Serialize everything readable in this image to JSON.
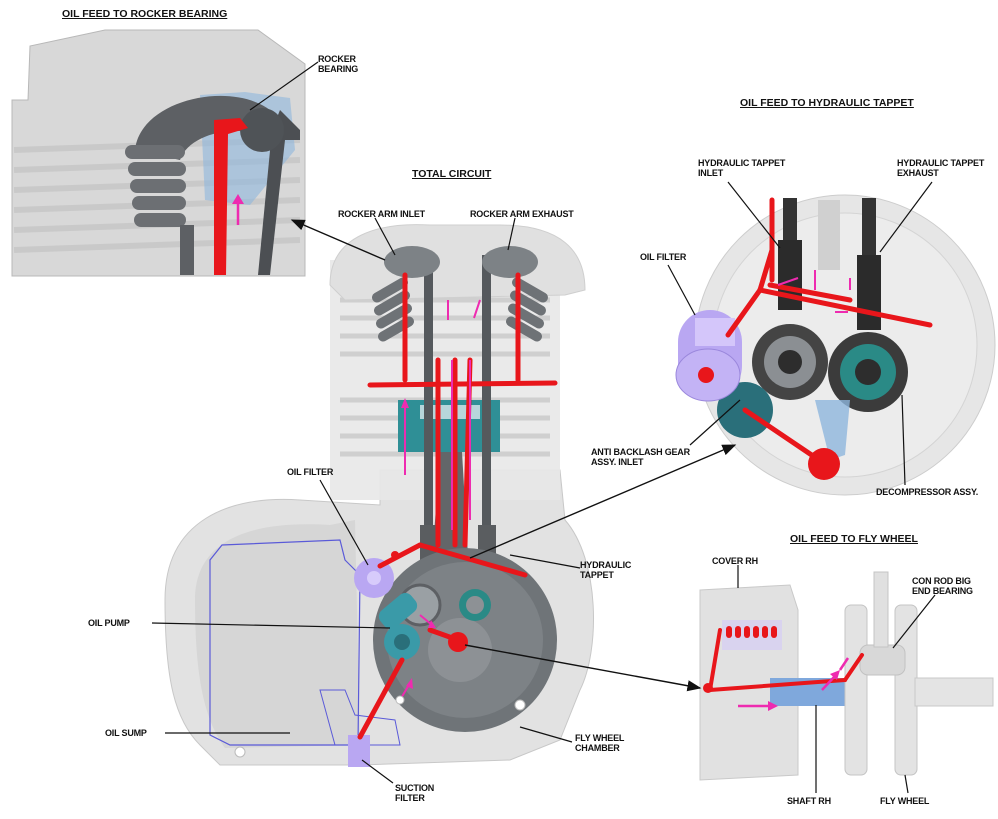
{
  "titles": {
    "rocker": "OIL FEED TO ROCKER BEARING",
    "total": "TOTAL CIRCUIT",
    "tappet": "OIL FEED TO HYDRAULIC TAPPET",
    "flywheel": "OIL FEED TO FLY WHEEL"
  },
  "labels": {
    "rocker_bearing": "ROCKER\nBEARING",
    "rocker_arm_inlet": "ROCKER ARM INLET",
    "rocker_arm_exhaust": "ROCKER ARM EXHAUST",
    "oil_filter_left": "OIL FILTER",
    "oil_pump": "OIL PUMP",
    "oil_sump": "OIL SUMP",
    "suction_filter": "SUCTION\nFILTER",
    "hydraulic_tappet": "HYDRAULIC\nTAPPET",
    "fly_wheel_chamber": "FLY WHEEL\nCHAMBER",
    "tappet_inlet": "HYDRAULIC TAPPET\nINLET",
    "tappet_exhaust": "HYDRAULIC TAPPET\nEXHAUST",
    "oil_filter_right": "OIL FILTER",
    "anti_backlash": "ANTI BACKLASH GEAR\nASSY. INLET",
    "decompressor": "DECOMPRESSOR ASSY.",
    "cover_rh": "COVER RH",
    "con_rod": "CON ROD BIG\nEND BEARING",
    "shaft_rh": "SHAFT RH",
    "fly_wheel": "FLY WHEEL"
  },
  "colors": {
    "oil_line": "#e8161b",
    "flow_arrow": "#ee2bb0",
    "filter": "#b9a7f2",
    "pump": "#3a9aa8",
    "engine_gray": "#8a8e92",
    "sump_outline": "#5a5ad8"
  }
}
